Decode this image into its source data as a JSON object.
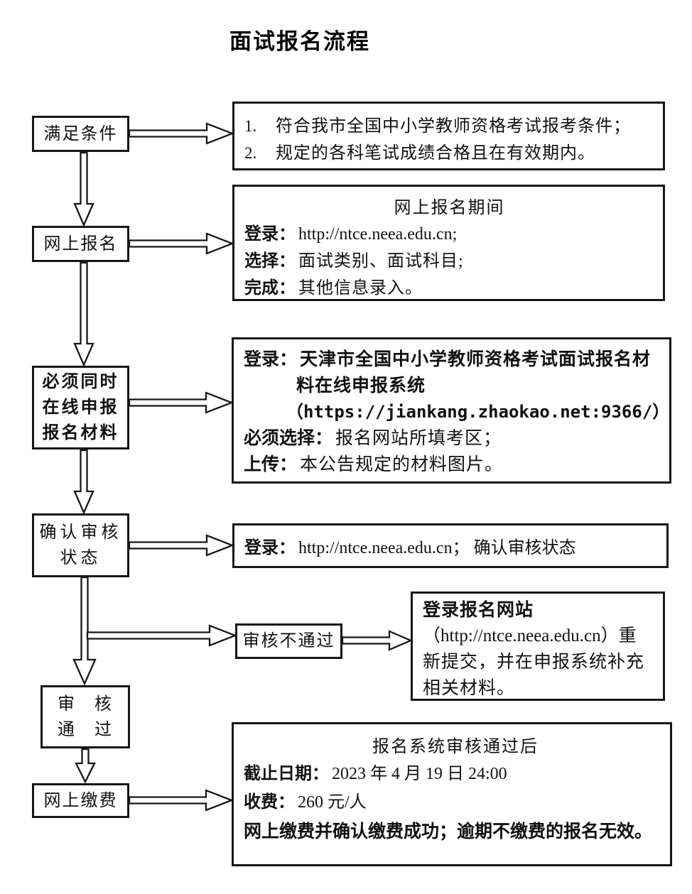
{
  "title": "面试报名流程",
  "nodes": {
    "meet": "满足条件",
    "register": "网上报名",
    "must1": "必须同时",
    "must2": "在线申报",
    "must3": "报名材料",
    "confirm1": "确认审核",
    "confirm2": "状态",
    "pass1": "审　核",
    "pass2": "通　过",
    "pay": "网上缴费",
    "reject": "审核不通过"
  },
  "r1": {
    "item1_num": "1.",
    "item1": "符合我市全国中小学教师资格考试报考条件；",
    "item2_num": "2.",
    "item2": "规定的各科笔试成绩合格且在有效期内。"
  },
  "r2": {
    "heading": "网上报名期间",
    "l1_label": "登录：",
    "l1_value": "http://ntce.neea.edu.cn;",
    "l2_label": "选择：",
    "l2_value": "面试类别、面试科目;",
    "l3_label": "完成：",
    "l3_value": "其他信息录入。"
  },
  "r3": {
    "l1_label": "登录：",
    "l1_value": "天津市全国中小学教师资格考试面试报名材",
    "l2": "料在线申报系统",
    "l3": "（https://jiankang.zhaokao.net:9366/）",
    "l4_label": "必须选择：",
    "l4_value": "报名网站所填考区；",
    "l5_label": "上传：",
    "l5_value": "本公告规定的材料图片。"
  },
  "r4": {
    "label": "登录：",
    "value": "http://ntce.neea.edu.cn； 确认审核状态"
  },
  "r6": {
    "l1": "登录报名网站",
    "l2": "（http://ntce.neea.edu.cn）重",
    "l3": "新提交，并在申报系统补充",
    "l4": "相关材料。"
  },
  "r7": {
    "heading": "报名系统审核通过后",
    "l1_label": "截止日期：",
    "l1_value": "2023 年 4 月 19 日 24:00",
    "l2_label": "收费：",
    "l2_value": "260 元/人",
    "l3": "网上缴费并确认缴费成功；逾期不缴费的报名无效。"
  }
}
